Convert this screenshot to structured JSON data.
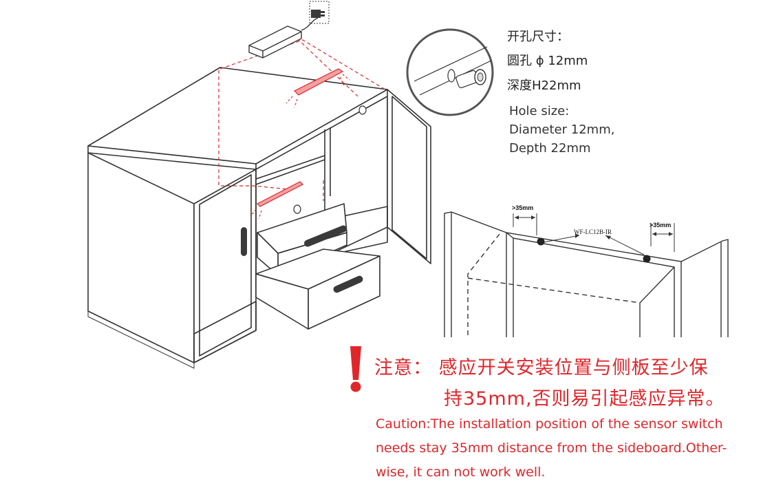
{
  "hole_spec": {
    "cn_title": "开孔尺寸：",
    "cn_diameter": "圆孔 ϕ 12mm",
    "cn_depth": "深度H22mm",
    "en_title": "Hole size:",
    "en_diameter": "Diameter 12mm,",
    "en_depth": "Depth 22mm"
  },
  "clearance": {
    "left_label": ">35mm",
    "right_label": ">35mm",
    "model_label": "WF-LC12B-IR"
  },
  "caution": {
    "cn_line1": "注意：  感应开关安装位置与侧板至少保",
    "cn_line2": "持35mm,否则易引起感应异常。",
    "en_line1": "Caution:The installation position of the sensor switch",
    "en_line2": "needs stay 35mm distance from the sideboard.Other-",
    "en_line3": "wise, it can not work well."
  },
  "colors": {
    "line": "#333333",
    "accent": "#e0262b",
    "light_red": "#f3a0a0"
  },
  "icons": {
    "warning": "exclamation-icon",
    "plug": "plug-icon",
    "driver": "power-driver-icon"
  }
}
